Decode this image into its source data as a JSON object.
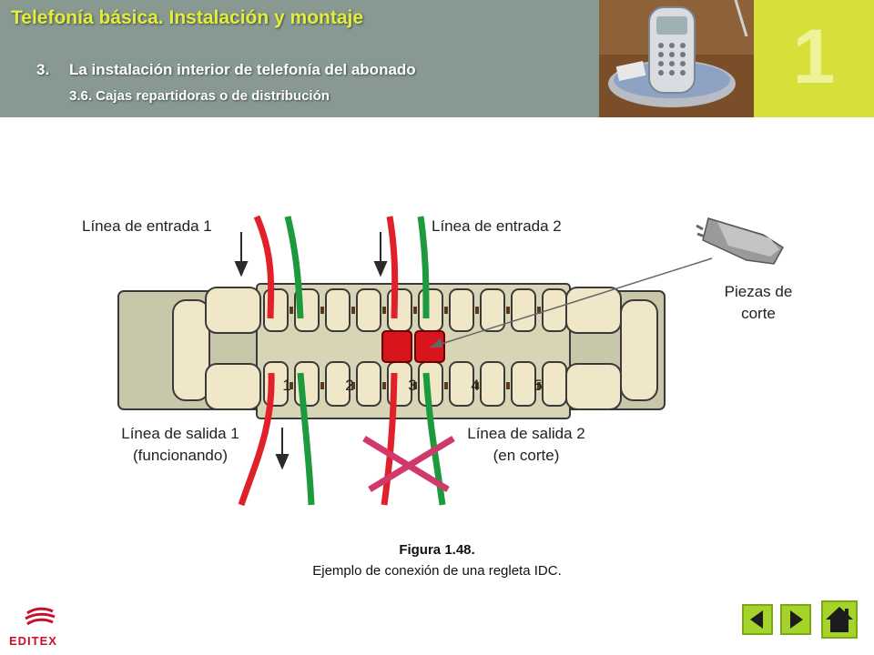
{
  "header": {
    "title": "Telefonía básica. Instalación y montaje",
    "section_number": "3.",
    "section_title": "La instalación interior de telefonía del abonado",
    "subsection": "3.6. Cajas repartidoras o de distribución",
    "chapter_number": "1"
  },
  "diagram": {
    "label_in1": "Línea de entrada 1",
    "label_in2": "Línea de entrada 2",
    "label_out1_a": "Línea de salida 1",
    "label_out1_b": "(funcionando)",
    "label_out2_a": "Línea de salida 2",
    "label_out2_b": "(en corte)",
    "label_pieces_a": "Piezas de",
    "label_pieces_b": "corte",
    "positions": [
      "1",
      "2",
      "3",
      "4",
      "5"
    ],
    "colors": {
      "wire_red": "#e0202a",
      "wire_green": "#1e9a3e",
      "cross": "#cf3a6a",
      "block": "#f0e7c8",
      "frame": "#c9c7a9",
      "outline": "#3a3a3a"
    }
  },
  "caption": {
    "title": "Figura 1.48.",
    "text": "Ejemplo de conexión de una regleta IDC."
  },
  "footer": {
    "logo_text": "EDITEX",
    "nav_icons": [
      "prev-arrow-icon",
      "next-arrow-icon",
      "home-icon"
    ]
  },
  "colors": {
    "header_bg": "#879991",
    "title": "#e2ed3c",
    "chapter_bg": "#d7df3a",
    "nav_green": "#a5d32a"
  }
}
